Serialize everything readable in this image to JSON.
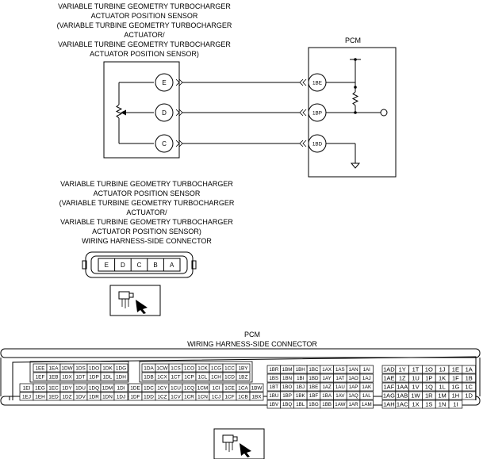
{
  "schematic": {
    "sensor_label": [
      "VARIABLE TURBINE GEOMETRY TURBOCHARGER",
      "ACTUATOR POSITION SENSOR",
      "(VARIABLE TURBINE GEOMETRY TURBOCHARGER",
      "ACTUATOR/",
      "VARIABLE TURBINE GEOMETRY TURBOCHARGER",
      "ACTUATOR POSITION SENSOR)"
    ],
    "pcm_label": "PCM",
    "sensor_pins": [
      "E",
      "D",
      "C"
    ],
    "pcm_pins": [
      "1BE",
      "1BP",
      "1BD"
    ]
  },
  "sensor_connector": {
    "label": [
      "VARIABLE TURBINE GEOMETRY TURBOCHARGER",
      "ACTUATOR POSITION SENSOR",
      "(VARIABLE TURBINE GEOMETRY TURBOCHARGER",
      "ACTUATOR/",
      "VARIABLE TURBINE GEOMETRY TURBOCHARGER",
      "ACTUATOR POSITION SENSOR)",
      "WIRING HARNESS-SIDE CONNECTOR"
    ],
    "pins": [
      "E",
      "D",
      "C",
      "B",
      "A"
    ]
  },
  "pcm_connector": {
    "label": [
      "PCM",
      "WIRING HARNESS-SIDE CONNECTOR"
    ],
    "block1": {
      "row1": [
        "1EE",
        "1EA",
        "1DW",
        "1DS",
        "1DO",
        "1DK",
        "1DG"
      ],
      "row2": [
        "1EF",
        "1EB",
        "1DX",
        "1DT",
        "1DP",
        "1DL",
        "1DH"
      ],
      "row3": [
        "1EI",
        "1EG",
        "1EC",
        "1DY",
        "1DU",
        "1DQ",
        "1DM",
        "1DI"
      ],
      "row4": [
        "1EJ",
        "1EH",
        "1ED",
        "1DZ",
        "1DV",
        "1DR",
        "1DN",
        "1DJ"
      ]
    },
    "block2": {
      "row1": [
        "1DA",
        "1CW",
        "1CS",
        "1CO",
        "1CK",
        "1CG",
        "1CC",
        "1BY"
      ],
      "row2": [
        "1DB",
        "1CX",
        "1CT",
        "1CP",
        "1CL",
        "1CH",
        "1CD",
        "1BZ"
      ],
      "row3": [
        "1DE",
        "1DC",
        "1CY",
        "1CU",
        "1CQ",
        "1CM",
        "1CI",
        "1CE",
        "1CA",
        "1BW"
      ],
      "row4": [
        "1DF",
        "1DD",
        "1CZ",
        "1CV",
        "1CR",
        "1CN",
        "1CJ",
        "1CF",
        "1CB",
        "1BX"
      ]
    },
    "block3": [
      [
        "1BR",
        "1BM",
        "1BH",
        "1BC",
        "1AX",
        "1AS",
        "1AN",
        "1AI"
      ],
      [
        "1BS",
        "1BN",
        "1BI",
        "1BD",
        "1AY",
        "1AT",
        "1AO",
        "1AJ"
      ],
      [
        "1BT",
        "1BO",
        "1BJ",
        "1BE",
        "1AZ",
        "1AU",
        "1AP",
        "1AK"
      ],
      [
        "1BU",
        "1BP",
        "1BK",
        "1BF",
        "1BA",
        "1AV",
        "1AQ",
        "1AL"
      ],
      [
        "1BV",
        "1BQ",
        "1BL",
        "1BG",
        "1BB",
        "1AW",
        "1AR",
        "1AM"
      ]
    ],
    "block4": [
      [
        "1AD",
        "1Y",
        "1T",
        "1O",
        "1J",
        "1E",
        "1A"
      ],
      [
        "1AE",
        "1Z",
        "1U",
        "1P",
        "1K",
        "1F",
        "1B"
      ],
      [
        "1AF",
        "1AA",
        "1V",
        "1Q",
        "1L",
        "1G",
        "1C"
      ],
      [
        "1AG",
        "1AB",
        "1W",
        "1R",
        "1M",
        "1H",
        "1D"
      ],
      [
        "1AH",
        "1AC",
        "1X",
        "1S",
        "1N",
        "1I"
      ]
    ]
  }
}
